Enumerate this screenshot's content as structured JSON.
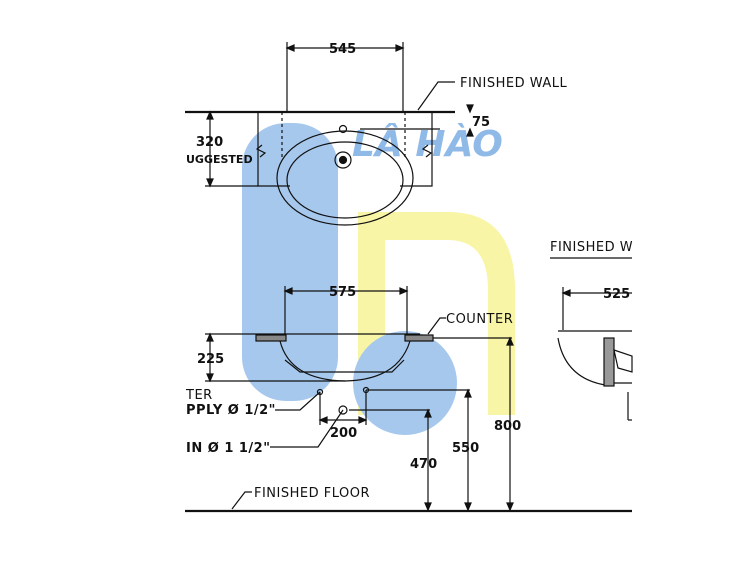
{
  "labels": {
    "finished_wall_top": "FINISHED  WALL",
    "finished_wall_right": "FINISHED  W",
    "counter": "COUNTER",
    "finished_floor": "FINISHED  FLOOR",
    "suggested": "UGGESTED",
    "water_supply_1": "TER",
    "water_supply_2": "PPLY  Ø 1/2\"",
    "drain": "IN  Ø 1 1/2\""
  },
  "dimensions": {
    "width_545": "545",
    "depth_75": "75",
    "height_320": "320",
    "width_575": "575",
    "height_225": "225",
    "spacing_200": "200",
    "height_470": "470",
    "height_550": "550",
    "height_800": "800",
    "width_525": "525"
  },
  "watermark": {
    "text": "LÂ HÀO",
    "color_blue": "#8ab6e8",
    "color_yellow": "#f7f28a"
  }
}
